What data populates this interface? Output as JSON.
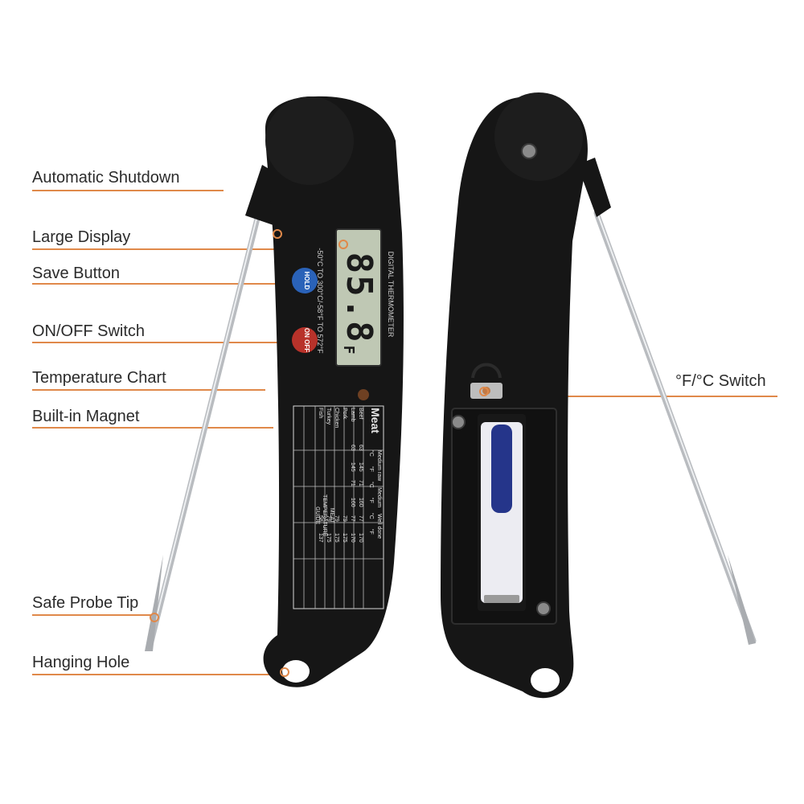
{
  "callouts": {
    "automatic_shutdown": "Automatic Shutdown",
    "large_display": "Large Display",
    "save_button": "Save Button",
    "on_off_switch": "ON/OFF Switch",
    "temperature_chart": "Temperature Chart",
    "built_in_magnet": "Built-in Magnet",
    "safe_probe_tip": "Safe Probe Tip",
    "hanging_hole": "Hanging Hole",
    "unit_switch": "°F/°C Switch"
  },
  "device": {
    "display_reading": "85.8",
    "display_unit": "F",
    "model_text": "DIGITAL THERMOMETER",
    "range_text": "-50°C TO 300°C/-58°F TO 572°F",
    "hold_button_label": "HOLD",
    "on_off_button_label": "ON OFF"
  },
  "meat_guide": {
    "heading": "Meat",
    "columns": [
      "Medium raw",
      "Medium",
      "Well done"
    ],
    "units": [
      "°C",
      "°F",
      "°C",
      "°F",
      "°C",
      "°F"
    ],
    "rows": [
      {
        "name": "Beef",
        "values": [
          "63",
          "145",
          "71",
          "160",
          "77",
          "170"
        ]
      },
      {
        "name": "Lamb",
        "values": [
          "63",
          "145",
          "71",
          "160",
          "77",
          "170"
        ]
      },
      {
        "name": "Pork",
        "values": [
          "",
          "",
          "",
          "",
          "79",
          "175"
        ]
      },
      {
        "name": "Chicken",
        "values": [
          "",
          "",
          "",
          "",
          "79",
          "175"
        ]
      },
      {
        "name": "Turkey",
        "values": [
          "",
          "",
          "",
          "",
          "79",
          "175"
        ]
      },
      {
        "name": "Fish",
        "values": [
          "",
          "",
          "",
          "",
          "58",
          "137"
        ]
      }
    ],
    "guide_title_1": "MEAT",
    "guide_title_2": "TEMPERATURE",
    "guide_title_3": "GUIDE"
  },
  "colors": {
    "accent_orange": "#e0894a",
    "body_black": "#161616",
    "lcd_green": "#bfc8b4",
    "hold_blue": "#2a62b8",
    "onoff_red": "#b8322a"
  }
}
